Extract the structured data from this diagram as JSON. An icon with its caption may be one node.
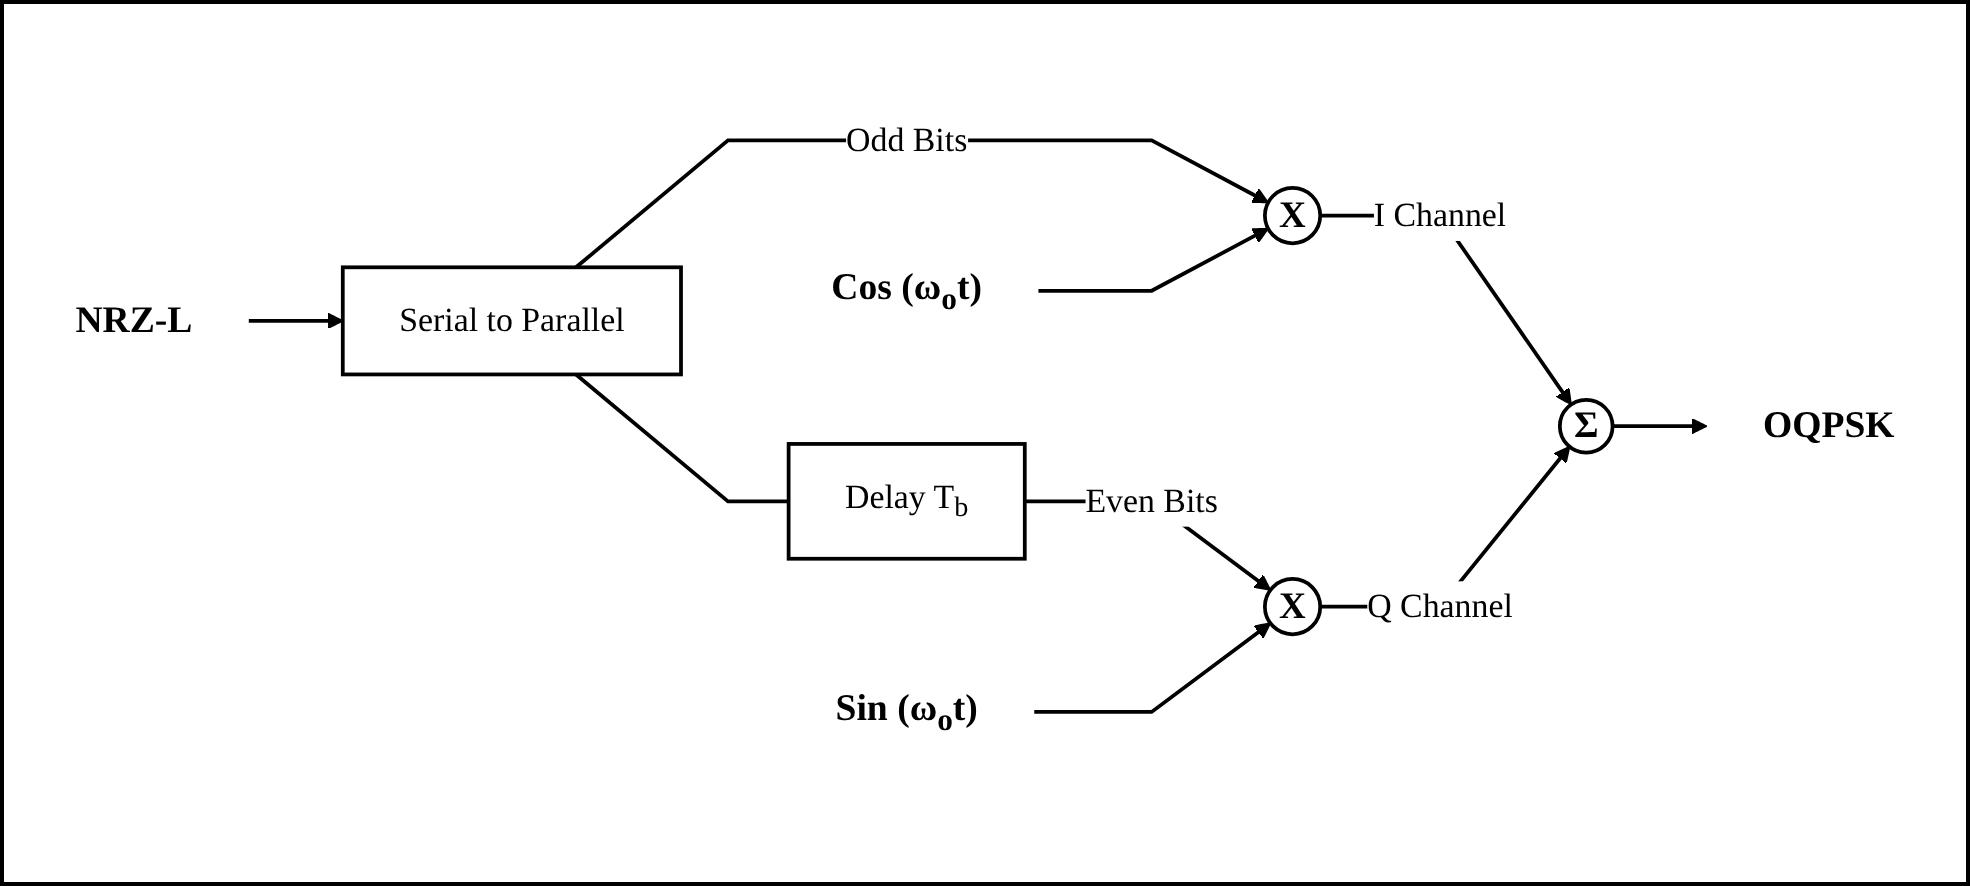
{
  "diagram": {
    "nodes": [
      {
        "text": [
          "NRZ-L"
        ]
      },
      {
        "text": [
          "Serial to Parallel"
        ]
      },
      {
        "text": [
          "Delay T$_{b}$"
        ]
      },
      {
        "text": [
          "X"
        ]
      },
      {
        "text": [
          "Cos (ω$_{o}$t)"
        ]
      },
      {
        "text": [
          "Sin (ω$_{o}$t)"
        ]
      },
      {
        "text": [
          "X"
        ]
      },
      {
        "text": [
          "Σ"
        ]
      },
      {
        "text": [
          "OQPSK"
        ]
      }
    ],
    "edges": [
      {
        "from": 0,
        "to": 1,
        "arrow": "to"
      },
      {
        "from": 1,
        "to": 3,
        "label": "Odd Bits",
        "arrow": "to"
      },
      {
        "from": 1,
        "to": 2,
        "arrow": "none"
      },
      {
        "from": 2,
        "to": 6,
        "label": "Even Bits",
        "arrow": "to"
      },
      {
        "from": 4,
        "to": 3,
        "arrow": "to"
      },
      {
        "from": 5,
        "to": 6,
        "arrow": "to"
      },
      {
        "from": 3,
        "to": 7,
        "label": "I Channel",
        "arrow": "to"
      },
      {
        "from": 6,
        "to": 7,
        "label": "Q Channel",
        "arrow": "to"
      },
      {
        "from": 7,
        "to": 8,
        "arrow": "to"
      }
    ]
  }
}
